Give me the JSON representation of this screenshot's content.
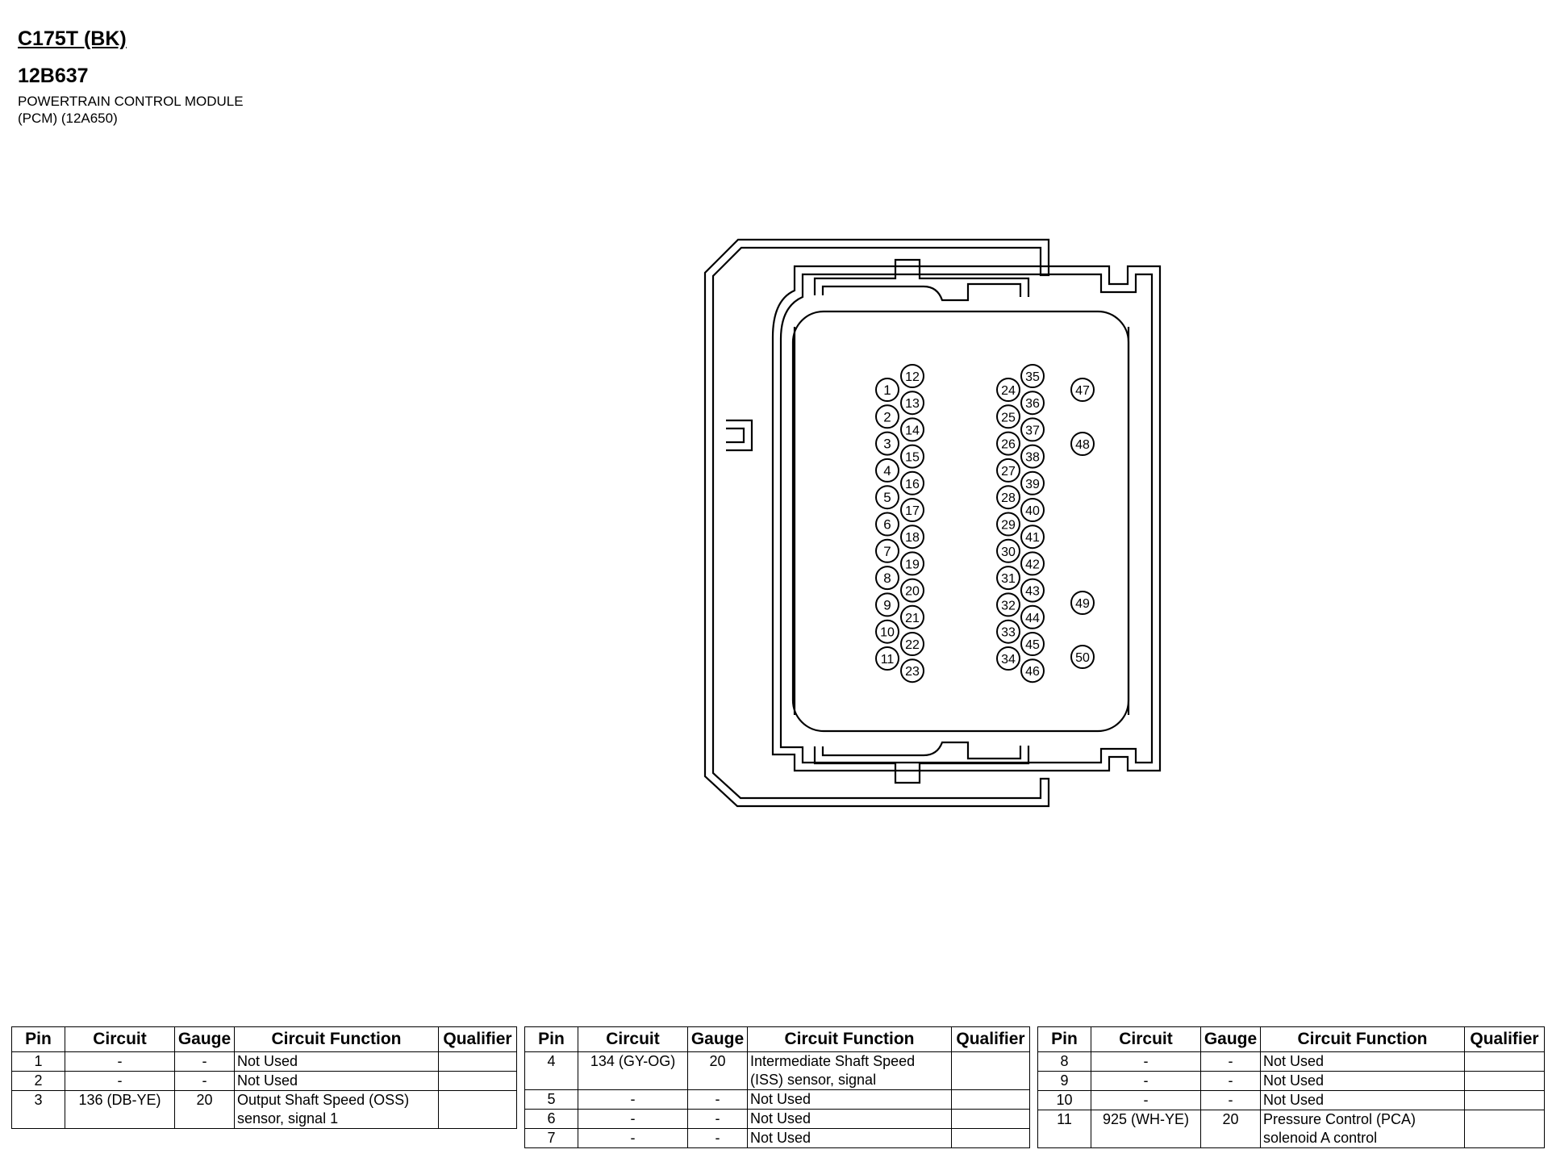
{
  "header": {
    "connector": "C175T (BK)",
    "part_number": "12B637",
    "description_line1": "POWERTRAIN CONTROL MODULE",
    "description_line2": "(PCM) (12A650)"
  },
  "pin_labels": [
    "1",
    "2",
    "3",
    "4",
    "5",
    "6",
    "7",
    "8",
    "9",
    "10",
    "11",
    "12",
    "13",
    "14",
    "15",
    "16",
    "17",
    "18",
    "19",
    "20",
    "21",
    "22",
    "23",
    "24",
    "25",
    "26",
    "27",
    "28",
    "29",
    "30",
    "31",
    "32",
    "33",
    "34",
    "35",
    "36",
    "37",
    "38",
    "39",
    "40",
    "41",
    "42",
    "43",
    "44",
    "45",
    "46",
    "47",
    "48",
    "49",
    "50"
  ],
  "table_headers": [
    "Pin",
    "Circuit",
    "Gauge",
    "Circuit Function",
    "Qualifier"
  ],
  "tables": [
    {
      "rows": [
        {
          "pin": "1",
          "circuit": "-",
          "gauge": "-",
          "function": "Not Used",
          "qualifier": ""
        },
        {
          "pin": "2",
          "circuit": "-",
          "gauge": "-",
          "function": "Not Used",
          "qualifier": ""
        },
        {
          "pin": "3",
          "circuit": "136 (DB-YE)",
          "gauge": "20",
          "function": "Output Shaft Speed (OSS) sensor, signal 1",
          "qualifier": ""
        }
      ]
    },
    {
      "rows": [
        {
          "pin": "4",
          "circuit": "134 (GY-OG)",
          "gauge": "20",
          "function": "Intermediate Shaft Speed (ISS) sensor, signal",
          "qualifier": ""
        },
        {
          "pin": "5",
          "circuit": "-",
          "gauge": "-",
          "function": "Not Used",
          "qualifier": ""
        },
        {
          "pin": "6",
          "circuit": "-",
          "gauge": "-",
          "function": "Not Used",
          "qualifier": ""
        },
        {
          "pin": "7",
          "circuit": "-",
          "gauge": "-",
          "function": "Not Used",
          "qualifier": ""
        }
      ]
    },
    {
      "rows": [
        {
          "pin": "8",
          "circuit": "-",
          "gauge": "-",
          "function": "Not Used",
          "qualifier": ""
        },
        {
          "pin": "9",
          "circuit": "-",
          "gauge": "-",
          "function": "Not Used",
          "qualifier": ""
        },
        {
          "pin": "10",
          "circuit": "-",
          "gauge": "-",
          "function": "Not Used",
          "qualifier": ""
        },
        {
          "pin": "11",
          "circuit": "925 (WH-YE)",
          "gauge": "20",
          "function": "Pressure Control (PCA) solenoid A control",
          "qualifier": ""
        }
      ]
    }
  ]
}
